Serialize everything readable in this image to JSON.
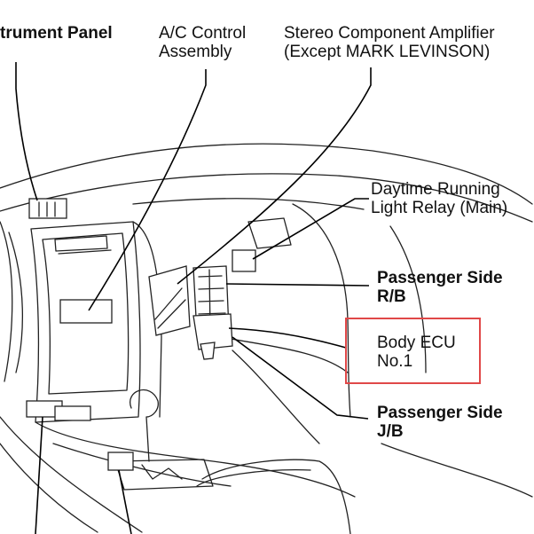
{
  "labels": {
    "instrument_panel": "trument Panel",
    "ac_line1": "A/C Control",
    "ac_line2": "Assembly",
    "stereo_line1": "Stereo Component Amplifier",
    "stereo_line2": "(Except MARK LEVINSON)",
    "drl_line1": "Daytime Running",
    "drl_line2": "Light Relay (Main)",
    "rb_line1": "Passenger Side",
    "rb_line2": "R/B",
    "ecu_line1": "Body ECU",
    "ecu_line2": "No.1",
    "jb_line1": "Passenger Side",
    "jb_line2": "J/B"
  },
  "highlight_color": "#e04848"
}
